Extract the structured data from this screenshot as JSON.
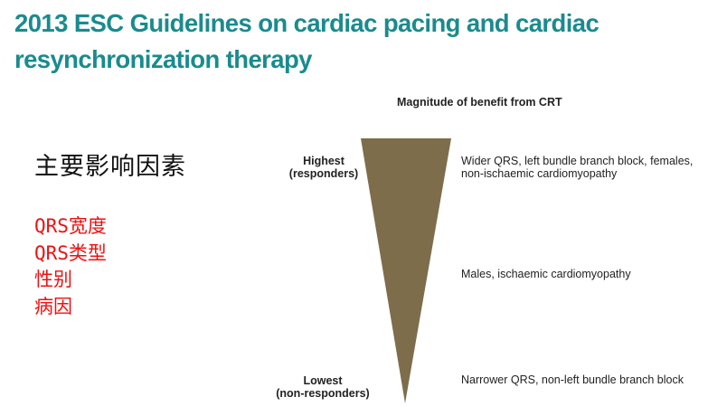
{
  "slide": {
    "title_line1": "2013 ESC Guidelines on cardiac pacing and cardiac",
    "title_line2": "resynchronization therapy",
    "heading": "主要影响因素",
    "factors": [
      {
        "label": "QRS宽度"
      },
      {
        "label": "QRS类型"
      },
      {
        "label": "性别"
      },
      {
        "label": "病因"
      }
    ],
    "colors": {
      "title": "#1a8b8e",
      "factors": "#ee1111",
      "wedge": "#7d6d4b"
    }
  },
  "figure": {
    "title": "Magnitude of benefit from CRT",
    "highest": {
      "line1": "Highest",
      "line2": "(responders)"
    },
    "lowest": {
      "line1": "Lowest",
      "line2": "(non-responders)"
    },
    "descriptions": {
      "top_line1": "Wider QRS, left bundle branch block, females,",
      "top_line2": "non-ischaemic cardiomyopathy",
      "middle": "Males, ischaemic cardiomyopathy",
      "bottom": "Narrower QRS, non-left bundle branch block"
    }
  }
}
